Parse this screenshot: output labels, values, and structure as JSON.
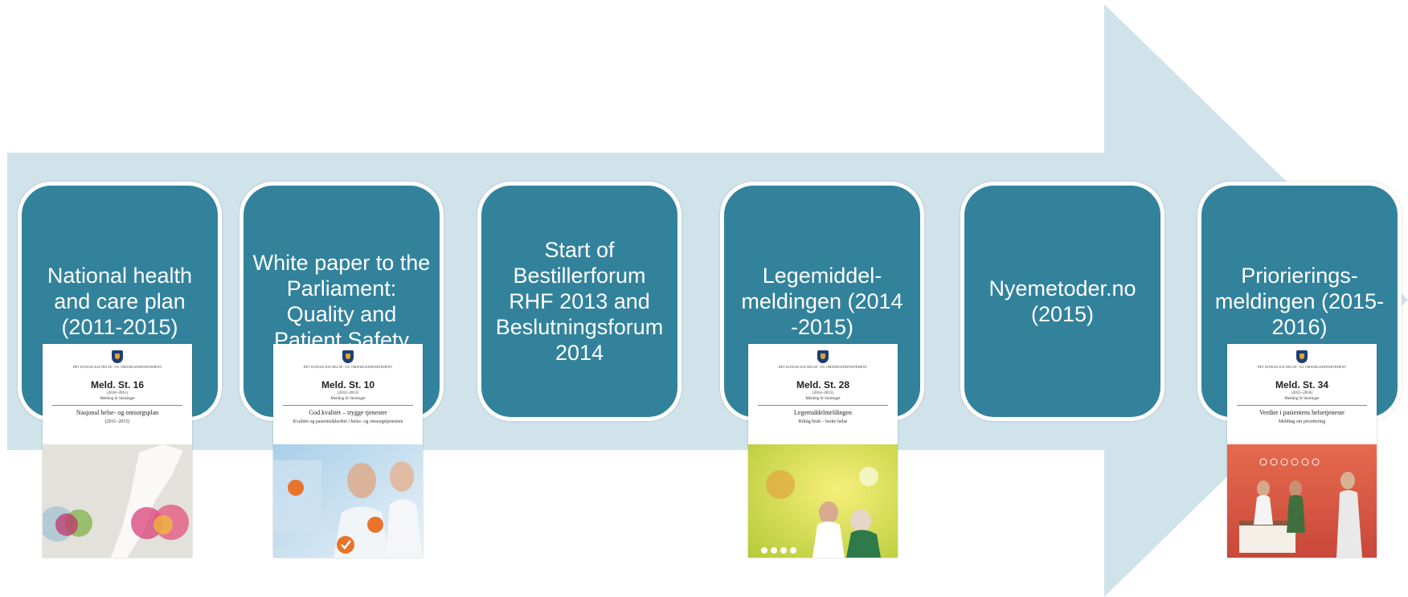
{
  "colors": {
    "arrow": "#d1e3ea",
    "box_fill": "#32829c",
    "box_border": "#ffffff",
    "text": "#ffffff"
  },
  "timeline": [
    {
      "label": "National health and care plan (2011-2015)"
    },
    {
      "label": "White paper to the Parliament: Quality and Patient Safety"
    },
    {
      "label": "Start of Bestillerforum RHF 2013 and Beslutningsforum 2014"
    },
    {
      "label": "Legemiddel-meldingen (2014 -2015)"
    },
    {
      "label": "Nyemetoder.no (2015)"
    },
    {
      "label": "Priorierings-meldingen (2015-2016)"
    }
  ],
  "covers": [
    {
      "dept": "DET KONGELIGE HELSE- OG OMSORGSDEPARTEMENT",
      "meld": "Meld. St. 16",
      "years": "(2010–2011)",
      "sub": "Melding til Stortinget",
      "title": "Nasjonal helse- og omsorgsplan",
      "subtitle": "(2011–2015)"
    },
    {
      "dept": "DET KONGELIGE HELSE- OG OMSORGSDEPARTEMENT",
      "meld": "Meld. St. 10",
      "years": "(2012–2013)",
      "sub": "Melding til Stortinget",
      "title": "God kvalitet – trygge tjenester",
      "subtitle": "Kvalitet og pasientsikkerhet i helse- og omsorgstjenesten"
    },
    {
      "dept": "DET KONGELIGE HELSE- OG OMSORGSDEPARTEMENT",
      "meld": "Meld. St. 28",
      "years": "(2014–2015)",
      "sub": "Melding til Stortinget",
      "title": "Legemiddelmeldingen",
      "subtitle": "Riktig bruk – bedre helse"
    },
    {
      "dept": "DET KONGELIGE HELSE- OG OMSORGSDEPARTEMENT",
      "meld": "Meld. St. 34",
      "years": "(2015–2016)",
      "sub": "Melding til Stortinget",
      "title": "Verdier i pasientens helsetjeneste",
      "subtitle": "Melding om prioritering"
    }
  ]
}
